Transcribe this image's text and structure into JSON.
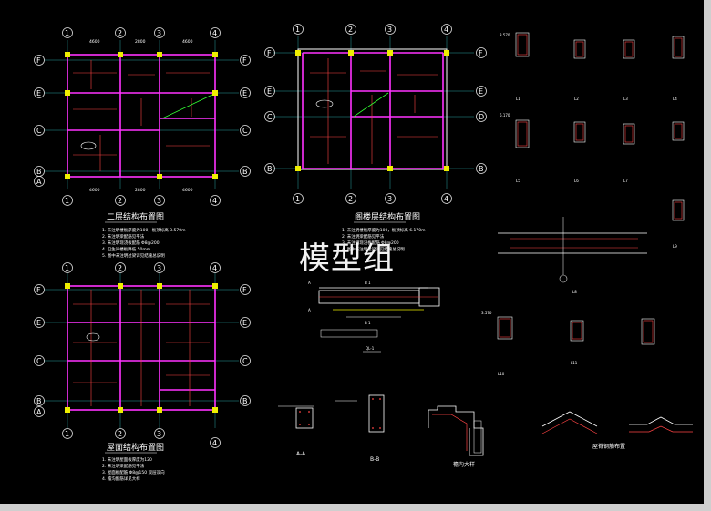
{
  "watermark": "模型组",
  "plans": {
    "p2": {
      "title": "二层结构布置图"
    },
    "attic": {
      "title": "阁楼层结构布置图"
    },
    "roof": {
      "title": "屋面结构布置图"
    }
  },
  "details": {
    "ql1": "QL-1",
    "ql1_sec_a": "A",
    "ql1_sec_b": "B 1",
    "aa": "A-A",
    "bb": "B-B",
    "eave": "檐沟大样",
    "ridge": "屋脊钢筋布置",
    "l8": "L8"
  },
  "axes_num": [
    "1",
    "2",
    "3",
    "4"
  ],
  "axes_letter": [
    "F",
    "E",
    "D",
    "C",
    "B",
    "A"
  ],
  "notes_p2": [
    "1. 未注明楼板厚度为100，板顶标高 3.570m",
    "2. 未注明梁配筋见平法",
    "3. 未注明现浇板配筋 Φ8@200",
    "4. 卫生间楼板降低 50mm",
    "5. 图中未注明过梁详见结施总说明"
  ],
  "notes_attic": [
    "1. 未注明楼板厚度为100，板顶标高 6.170m",
    "2. 未注明梁配筋见平法",
    "3. 未注明现浇板配筋 Φ8@200",
    "4. 图中未注明过梁详见结施总说明"
  ],
  "notes_roof": [
    "1. 未注明屋面板厚度为120",
    "2. 未注明梁配筋见平法",
    "3. 屋面板配筋 Φ8@150 双层双向",
    "4. 檐沟配筋详见大样"
  ],
  "beam_labels": [
    "L1",
    "L2",
    "L3",
    "L4",
    "L5",
    "L6",
    "L7",
    "L9",
    "L10",
    "L11"
  ],
  "dims": {
    "d1": "4600",
    "d2": "2800",
    "d3": "4600",
    "elev1": "3.570",
    "elev2": "6.170",
    "elev3": "3.570"
  }
}
